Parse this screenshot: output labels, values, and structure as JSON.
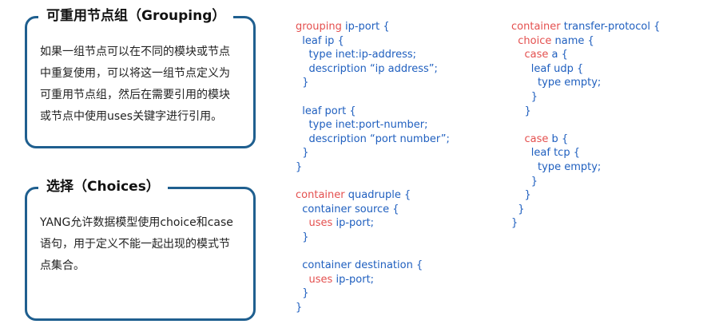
{
  "grouping_card": {
    "title": "可重用节点组（Grouping）",
    "lines": [
      "如果一组节点可以在不同的模块或节点",
      "中重复使用，可以将这一组节点定义为",
      "可重用节点组，然后在需要引用的模块",
      "或节点中使用uses关键字进行引用。"
    ]
  },
  "choices_card": {
    "title": "选择（Choices）",
    "lines": [
      "YANG允许数据模型使用choice和case",
      "语句，用于定义不能一起出现的模式节",
      "点集合。"
    ]
  },
  "code_middle": [
    [
      {
        "k": "grouping"
      },
      {
        "t": " ip-port {"
      }
    ],
    [
      {
        "t": "  leaf ip {"
      }
    ],
    [
      {
        "t": "    type inet:ip-address;"
      }
    ],
    [
      {
        "t": "    description “ip address”;"
      }
    ],
    [
      {
        "t": "  }"
      }
    ],
    [
      {
        "t": ""
      }
    ],
    [
      {
        "t": "  leaf port {"
      }
    ],
    [
      {
        "t": "    type inet:port-number;"
      }
    ],
    [
      {
        "t": "    description “port number”;"
      }
    ],
    [
      {
        "t": "  }"
      }
    ],
    [
      {
        "t": "}"
      }
    ],
    [
      {
        "t": ""
      }
    ],
    [
      {
        "k": "container"
      },
      {
        "t": " quadruple {"
      }
    ],
    [
      {
        "t": "  container source {"
      }
    ],
    [
      {
        "t": "    "
      },
      {
        "k": "uses"
      },
      {
        "t": " ip-port;"
      }
    ],
    [
      {
        "t": "  }"
      }
    ],
    [
      {
        "t": ""
      }
    ],
    [
      {
        "t": "  container destination {"
      }
    ],
    [
      {
        "t": "    "
      },
      {
        "k": "uses"
      },
      {
        "t": " ip-port;"
      }
    ],
    [
      {
        "t": "  }"
      }
    ],
    [
      {
        "t": "}"
      }
    ]
  ],
  "code_right": [
    [
      {
        "k": "container"
      },
      {
        "t": " transfer-protocol {"
      }
    ],
    [
      {
        "t": "  "
      },
      {
        "k": "choice"
      },
      {
        "t": " name {"
      }
    ],
    [
      {
        "t": "    "
      },
      {
        "k": "case"
      },
      {
        "t": " a {"
      }
    ],
    [
      {
        "t": "      leaf udp {"
      }
    ],
    [
      {
        "t": "        type empty;"
      }
    ],
    [
      {
        "t": "      }"
      }
    ],
    [
      {
        "t": "    }"
      }
    ],
    [
      {
        "t": ""
      }
    ],
    [
      {
        "t": "    "
      },
      {
        "k": "case"
      },
      {
        "t": " b {"
      }
    ],
    [
      {
        "t": "      leaf tcp {"
      }
    ],
    [
      {
        "t": "        type empty;"
      }
    ],
    [
      {
        "t": "      }"
      }
    ],
    [
      {
        "t": "    }"
      }
    ],
    [
      {
        "t": "  }"
      }
    ],
    [
      {
        "t": "}"
      }
    ]
  ]
}
